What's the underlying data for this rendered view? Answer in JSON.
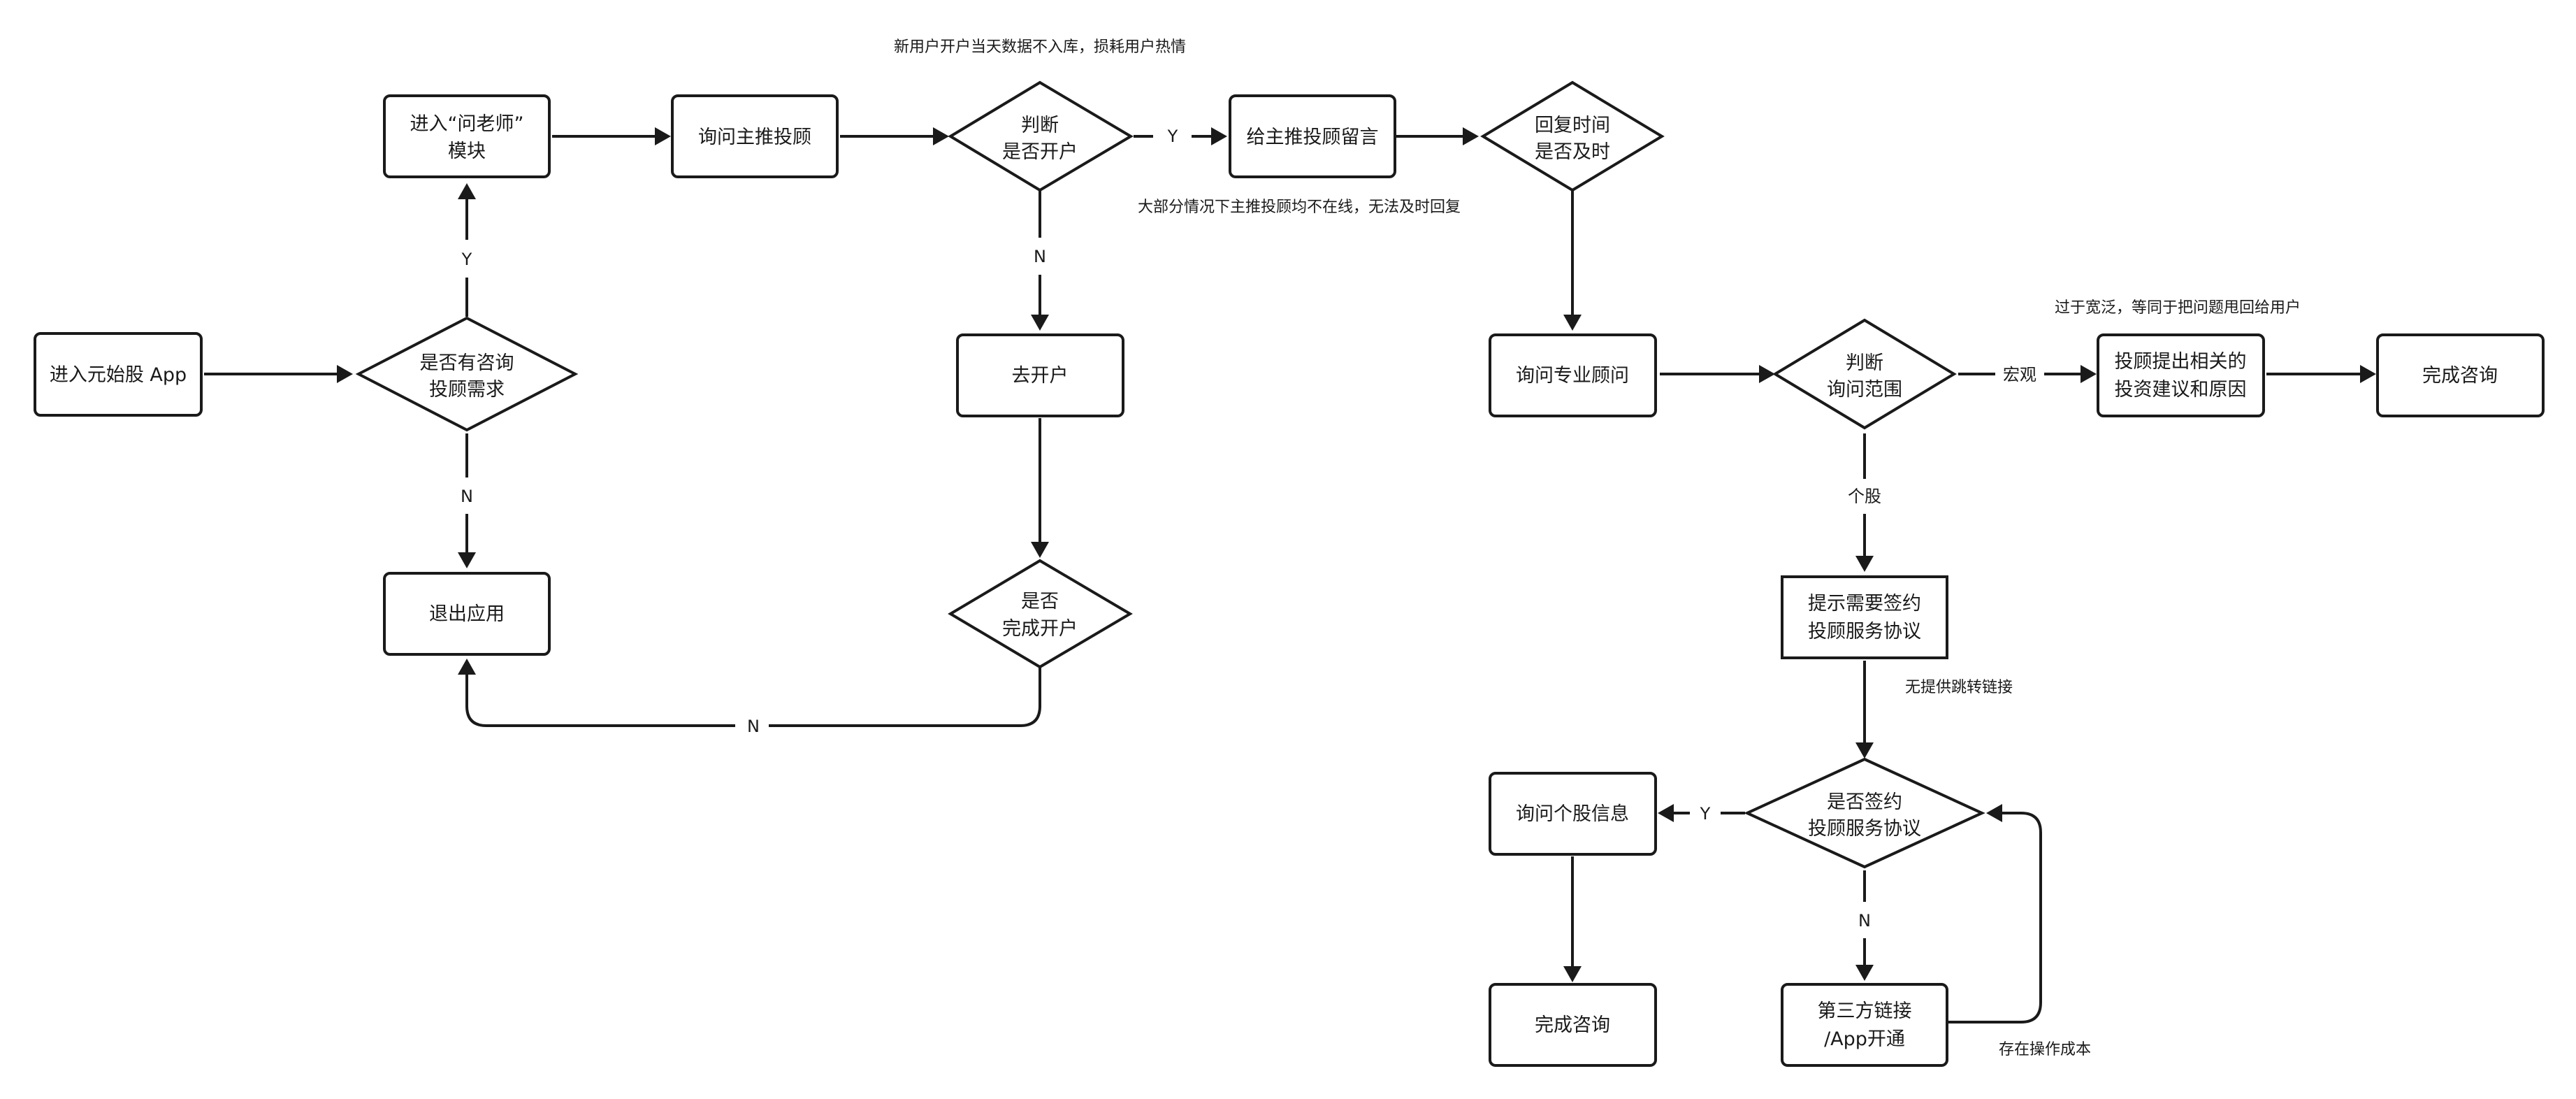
{
  "nodes": [
    {
      "id": "enter_app",
      "shape": "rect",
      "lines": [
        "进入元始股 App"
      ]
    },
    {
      "id": "need_consult",
      "shape": "diamond",
      "lines": [
        "是否有咨询",
        "投顾需求"
      ]
    },
    {
      "id": "ask_teacher",
      "shape": "rect",
      "lines": [
        "进入“问老师”",
        "模块"
      ]
    },
    {
      "id": "exit_app",
      "shape": "rect",
      "lines": [
        "退出应用"
      ]
    },
    {
      "id": "ask_main_advisor",
      "shape": "rect",
      "lines": [
        "询问主推投顾"
      ]
    },
    {
      "id": "judge_account",
      "shape": "diamond",
      "lines": [
        "判断",
        "是否开户"
      ]
    },
    {
      "id": "open_account",
      "shape": "rect",
      "lines": [
        "去开户"
      ]
    },
    {
      "id": "account_done",
      "shape": "diamond",
      "lines": [
        "是否",
        "完成开户"
      ]
    },
    {
      "id": "leave_message",
      "shape": "rect",
      "lines": [
        "给主推投顾留言"
      ]
    },
    {
      "id": "reply_timely",
      "shape": "diamond",
      "lines": [
        "回复时间",
        "是否及时"
      ]
    },
    {
      "id": "ask_pro",
      "shape": "rect",
      "lines": [
        "询问专业顾问"
      ]
    },
    {
      "id": "judge_scope",
      "shape": "diamond",
      "lines": [
        "判断",
        "询问范围"
      ]
    },
    {
      "id": "advice",
      "shape": "rect",
      "lines": [
        "投顾提出相关的",
        "投资建议和原因"
      ]
    },
    {
      "id": "done1",
      "shape": "rect",
      "lines": [
        "完成咨询"
      ]
    },
    {
      "id": "sign_hint",
      "shape": "rect-sharp",
      "lines": [
        "提示需要签约",
        "投顾服务协议"
      ]
    },
    {
      "id": "signed",
      "shape": "diamond",
      "lines": [
        "是否签约",
        "投顾服务协议"
      ]
    },
    {
      "id": "stock_info",
      "shape": "rect",
      "lines": [
        "询问个股信息"
      ]
    },
    {
      "id": "done2",
      "shape": "rect",
      "lines": [
        "完成咨询"
      ]
    },
    {
      "id": "third_party",
      "shape": "rect",
      "lines": [
        "第三方链接",
        "/App开通"
      ]
    }
  ],
  "edge_labels": {
    "need_yes": "Y",
    "need_no": "N",
    "account_yes": "Y",
    "account_no": "N",
    "done_no": "N",
    "scope_macro": "宏观",
    "scope_stock": "个股",
    "signed_yes": "Y",
    "signed_no": "N"
  },
  "notes": {
    "new_user": "新用户开户当天数据不入库，损耗用户热情",
    "offline": "大部分情况下主推投顾均不在线，无法及时回复",
    "too_broad": "过于宽泛，等同于把问题甩回给用户",
    "no_link": "无提供跳转链接",
    "op_cost": "存在操作成本"
  },
  "colors": {
    "stroke": "#1a1a1a",
    "fill": "#ffffff",
    "text": "#1a1a1a"
  }
}
